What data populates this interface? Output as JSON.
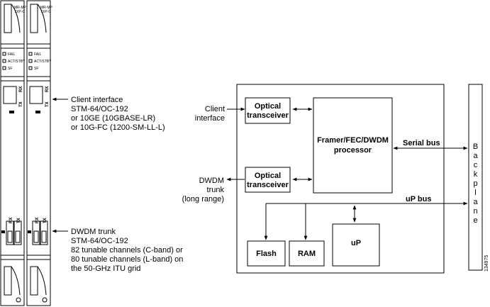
{
  "card": {
    "top_label_line1": "MR-MP",
    "top_label_line2": "TXP-C",
    "led_labels": [
      "FAIL",
      "ACT/STBY",
      "SF"
    ],
    "rx_label": "RX",
    "tx_label": "TX"
  },
  "callouts": {
    "client_interface": [
      "Client interface",
      "STM-64/OC-192",
      "or 10GE (10GBASE-LR)",
      "or 10G-FC (1200-SM-LL-L)"
    ],
    "dwdm_trunk": [
      "DWDM trunk",
      "STM-64/OC-192",
      "82 tunable channels (C-band) or",
      "80 tunable channels (L-band) on",
      "the 50-GHz ITU grid"
    ]
  },
  "block_diagram": {
    "client_input": [
      "Client",
      "interface"
    ],
    "dwdm_output": [
      "DWDM",
      "trunk",
      "(long range)"
    ],
    "optical_transceiver": [
      "Optical",
      "transceiver"
    ],
    "framer": [
      "Framer/FEC/DWDM",
      "processor"
    ],
    "serial_bus": "Serial bus",
    "up_bus": "uP bus",
    "backplane": [
      "B",
      "a",
      "c",
      "k",
      "p",
      "l",
      "a",
      "n",
      "e"
    ],
    "flash": "Flash",
    "ram": "RAM",
    "up": "uP"
  },
  "figure_id": "134975"
}
